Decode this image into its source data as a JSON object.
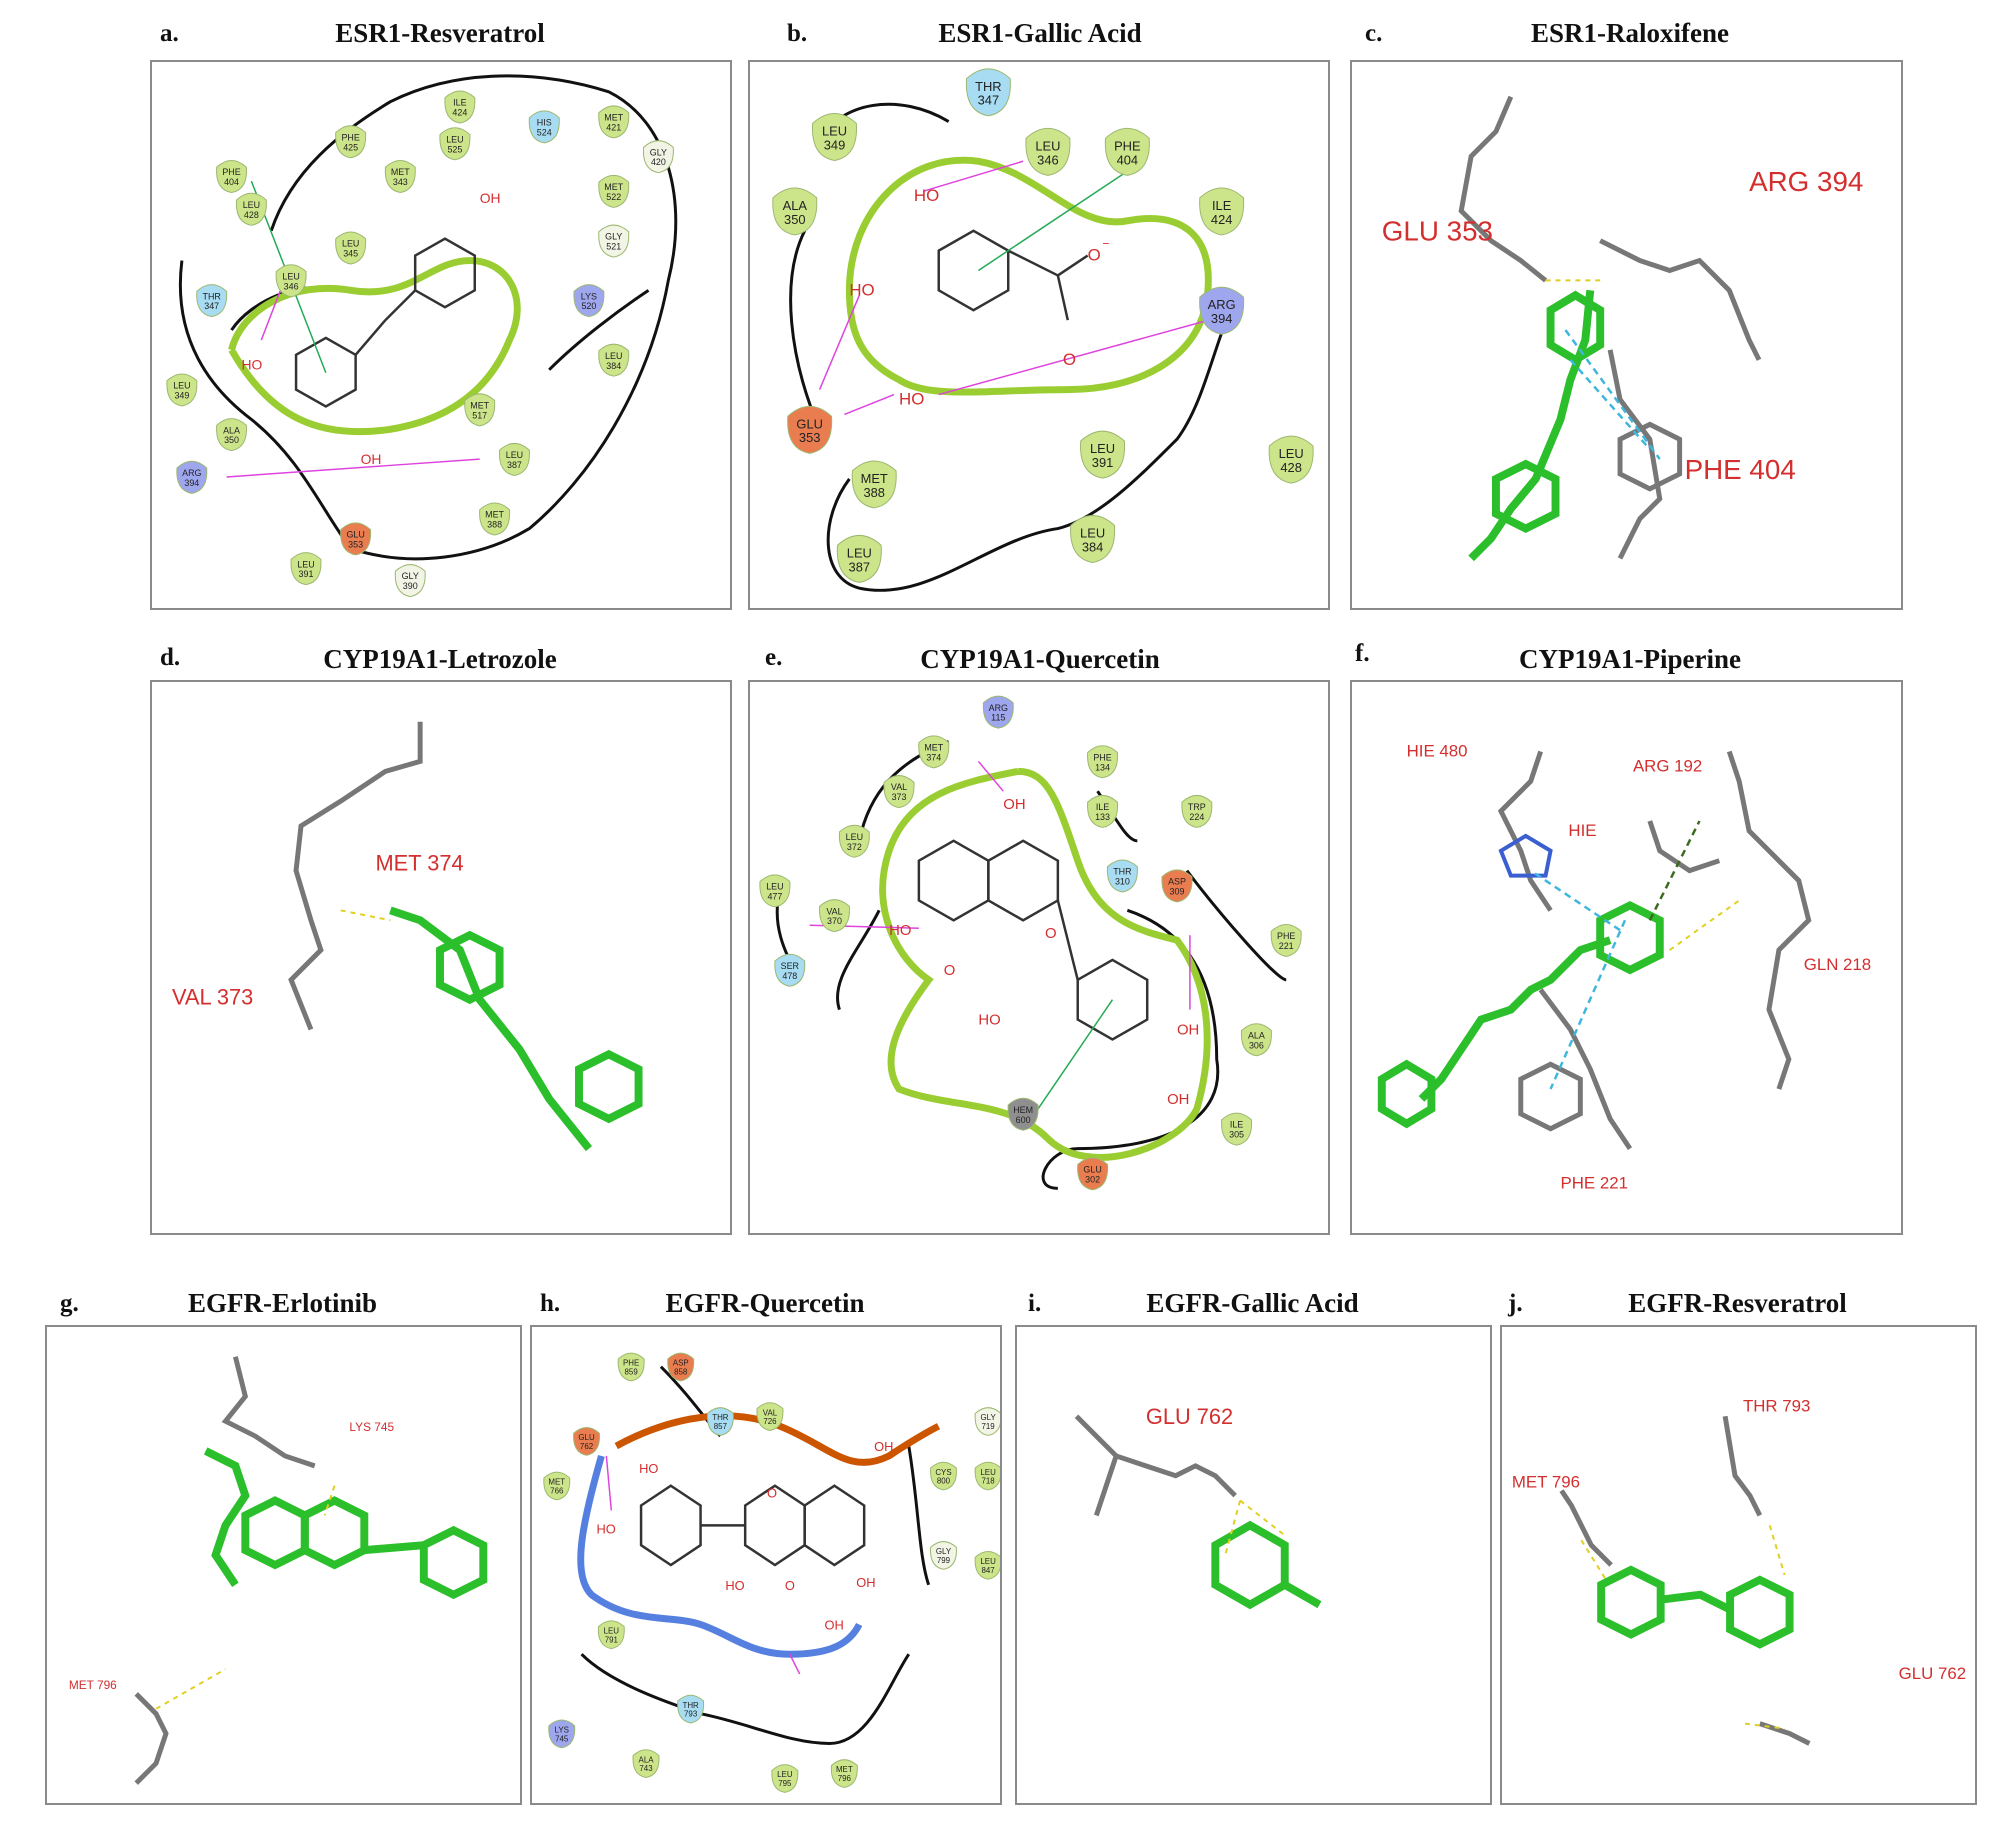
{
  "panels": [
    {
      "letter": "a.",
      "title": "ESR1-Resveratrol"
    },
    {
      "letter": "b.",
      "title": "ESR1-Gallic Acid"
    },
    {
      "letter": "c.",
      "title": "ESR1-Raloxifene"
    },
    {
      "letter": "d.",
      "title": "CYP19A1-Letrozole"
    },
    {
      "letter": "e.",
      "title": "CYP19A1-Quercetin"
    },
    {
      "letter": "f.",
      "title": "CYP19A1-Piperine"
    },
    {
      "letter": "g.",
      "title": "EGFR-Erlotinib"
    },
    {
      "letter": "h.",
      "title": "EGFR-Quercetin"
    },
    {
      "letter": "i.",
      "title": "EGFR-Gallic Acid"
    },
    {
      "letter": "j.",
      "title": "EGFR-Resveratrol"
    }
  ],
  "colors": {
    "hydrophobic": "#cde58a",
    "polar": "#a8dcf2",
    "positive": "#9ea6ee",
    "negative": "#e97d50",
    "glycine": "#f2f4e6",
    "heme": "#8f8f8f",
    "ligand_stick": "#2bbf2b",
    "hbond": "#dd44dd",
    "pocket": "#9acd32",
    "residue_label": "#d32f2f"
  },
  "diagrams": {
    "a": {
      "residues": [
        {
          "name": "PHE",
          "num": "404",
          "type": "hydrophobic"
        },
        {
          "name": "PHE",
          "num": "425",
          "type": "hydrophobic"
        },
        {
          "name": "ILE",
          "num": "424",
          "type": "hydrophobic"
        },
        {
          "name": "MET",
          "num": "421",
          "type": "hydrophobic"
        },
        {
          "name": "GLY",
          "num": "420",
          "type": "glycine"
        },
        {
          "name": "LEU",
          "num": "525",
          "type": "hydrophobic"
        },
        {
          "name": "HIS",
          "num": "524",
          "type": "polar"
        },
        {
          "name": "MET",
          "num": "522",
          "type": "hydrophobic"
        },
        {
          "name": "LEU",
          "num": "428",
          "type": "hydrophobic"
        },
        {
          "name": "MET",
          "num": "343",
          "type": "hydrophobic"
        },
        {
          "name": "GLY",
          "num": "521",
          "type": "glycine"
        },
        {
          "name": "LEU",
          "num": "345",
          "type": "hydrophobic"
        },
        {
          "name": "THR",
          "num": "347",
          "type": "polar"
        },
        {
          "name": "LEU",
          "num": "346",
          "type": "hydrophobic"
        },
        {
          "name": "LYS",
          "num": "520",
          "type": "positive"
        },
        {
          "name": "LEU",
          "num": "384",
          "type": "hydrophobic"
        },
        {
          "name": "LEU",
          "num": "349",
          "type": "hydrophobic"
        },
        {
          "name": "ALA",
          "num": "350",
          "type": "hydrophobic"
        },
        {
          "name": "MET",
          "num": "517",
          "type": "hydrophobic"
        },
        {
          "name": "ARG",
          "num": "394",
          "type": "positive"
        },
        {
          "name": "LEU",
          "num": "387",
          "type": "hydrophobic"
        },
        {
          "name": "GLU",
          "num": "353",
          "type": "negative"
        },
        {
          "name": "MET",
          "num": "388",
          "type": "hydrophobic"
        },
        {
          "name": "LEU",
          "num": "391",
          "type": "hydrophobic"
        },
        {
          "name": "GLY",
          "num": "390",
          "type": "glycine"
        }
      ],
      "atoms": [
        "OH",
        "HO",
        "OH"
      ]
    },
    "b": {
      "residues": [
        {
          "name": "THR",
          "num": "347",
          "type": "polar"
        },
        {
          "name": "LEU",
          "num": "349",
          "type": "hydrophobic"
        },
        {
          "name": "LEU",
          "num": "346",
          "type": "hydrophobic"
        },
        {
          "name": "PHE",
          "num": "404",
          "type": "hydrophobic"
        },
        {
          "name": "ALA",
          "num": "350",
          "type": "hydrophobic"
        },
        {
          "name": "ILE",
          "num": "424",
          "type": "hydrophobic"
        },
        {
          "name": "ARG",
          "num": "394",
          "type": "positive"
        },
        {
          "name": "GLU",
          "num": "353",
          "type": "negative"
        },
        {
          "name": "MET",
          "num": "388",
          "type": "hydrophobic"
        },
        {
          "name": "LEU",
          "num": "391",
          "type": "hydrophobic"
        },
        {
          "name": "LEU",
          "num": "428",
          "type": "hydrophobic"
        },
        {
          "name": "LEU",
          "num": "387",
          "type": "hydrophobic"
        },
        {
          "name": "LEU",
          "num": "384",
          "type": "hydrophobic"
        }
      ],
      "atoms": [
        "HO",
        "HO",
        "HO",
        "O",
        "O"
      ],
      "charge": "−"
    },
    "c": {
      "labels": [
        "GLU  353",
        "ARG  394",
        "PHE  404"
      ]
    },
    "d": {
      "labels": [
        "MET  374",
        "VAL  373"
      ]
    },
    "e": {
      "residues": [
        {
          "name": "ARG",
          "num": "115",
          "type": "positive"
        },
        {
          "name": "MET",
          "num": "374",
          "type": "hydrophobic"
        },
        {
          "name": "PHE",
          "num": "134",
          "type": "hydrophobic"
        },
        {
          "name": "VAL",
          "num": "373",
          "type": "hydrophobic"
        },
        {
          "name": "ILE",
          "num": "133",
          "type": "hydrophobic"
        },
        {
          "name": "TRP",
          "num": "224",
          "type": "hydrophobic"
        },
        {
          "name": "LEU",
          "num": "372",
          "type": "hydrophobic"
        },
        {
          "name": "LEU",
          "num": "477",
          "type": "hydrophobic"
        },
        {
          "name": "THR",
          "num": "310",
          "type": "polar"
        },
        {
          "name": "ASP",
          "num": "309",
          "type": "negative"
        },
        {
          "name": "VAL",
          "num": "370",
          "type": "hydrophobic"
        },
        {
          "name": "PHE",
          "num": "221",
          "type": "hydrophobic"
        },
        {
          "name": "SER",
          "num": "478",
          "type": "polar"
        },
        {
          "name": "ALA",
          "num": "306",
          "type": "hydrophobic"
        },
        {
          "name": "HEM",
          "num": "600",
          "type": "heme"
        },
        {
          "name": "ILE",
          "num": "305",
          "type": "hydrophobic"
        },
        {
          "name": "GLU",
          "num": "302",
          "type": "negative"
        }
      ],
      "atoms": [
        "OH",
        "HO",
        "O",
        "O",
        "HO",
        "OH",
        "OH"
      ]
    },
    "f": {
      "labels": [
        "HIE  480",
        "ARG  192",
        "HIE",
        "GLN  218",
        "PHE  221"
      ]
    },
    "g": {
      "labels": [
        "LYS  745",
        "MET  796"
      ]
    },
    "h": {
      "residues": [
        {
          "name": "PHE",
          "num": "859",
          "type": "hydrophobic"
        },
        {
          "name": "ASP",
          "num": "858",
          "type": "negative"
        },
        {
          "name": "THR",
          "num": "857",
          "type": "polar"
        },
        {
          "name": "VAL",
          "num": "726",
          "type": "hydrophobic"
        },
        {
          "name": "GLU",
          "num": "762",
          "type": "negative"
        },
        {
          "name": "GLY",
          "num": "719",
          "type": "glycine"
        },
        {
          "name": "MET",
          "num": "766",
          "type": "hydrophobic"
        },
        {
          "name": "CYS",
          "num": "800",
          "type": "hydrophobic"
        },
        {
          "name": "LEU",
          "num": "718",
          "type": "hydrophobic"
        },
        {
          "name": "GLY",
          "num": "799",
          "type": "glycine"
        },
        {
          "name": "LEU",
          "num": "847",
          "type": "hydrophobic"
        },
        {
          "name": "LEU",
          "num": "791",
          "type": "hydrophobic"
        },
        {
          "name": "LYS",
          "num": "745",
          "type": "positive"
        },
        {
          "name": "THR",
          "num": "793",
          "type": "polar"
        },
        {
          "name": "ALA",
          "num": "743",
          "type": "hydrophobic"
        },
        {
          "name": "LEU",
          "num": "795",
          "type": "hydrophobic"
        },
        {
          "name": "MET",
          "num": "796",
          "type": "hydrophobic"
        }
      ],
      "atoms": [
        "HO",
        "OH",
        "HO",
        "O",
        "OH",
        "HO",
        "O",
        "OH"
      ]
    },
    "i": {
      "labels": [
        "GLU  762"
      ]
    },
    "j": {
      "labels": [
        "THR 793",
        "MET 796",
        "GLU 762"
      ]
    }
  }
}
